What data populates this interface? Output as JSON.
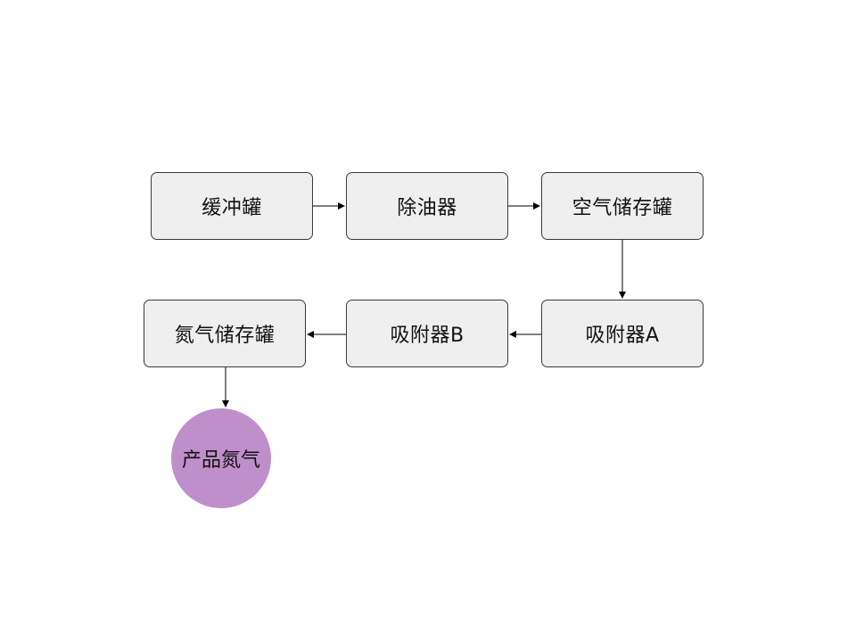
{
  "diagram": {
    "nodes": {
      "buffer_tank": "缓冲罐",
      "oil_remover": "除油器",
      "air_storage_tank": "空气储存罐",
      "adsorber_a": "吸附器A",
      "adsorber_b": "吸附器B",
      "nitrogen_storage_tank": "氮气储存罐",
      "product_nitrogen": "产品氮气"
    },
    "edges": [
      {
        "from": "缓冲罐",
        "to": "除油器"
      },
      {
        "from": "除油器",
        "to": "空气储存罐"
      },
      {
        "from": "空气储存罐",
        "to": "吸附器A"
      },
      {
        "from": "吸附器A",
        "to": "吸附器B"
      },
      {
        "from": "吸附器B",
        "to": "氮气储存罐"
      },
      {
        "from": "氮气储存罐",
        "to": "产品氮气"
      }
    ],
    "colors": {
      "box_fill": "#efefef",
      "box_border": "#3a3a3a",
      "circle_fill": "#bf8fcc",
      "arrow": "#000000"
    }
  }
}
